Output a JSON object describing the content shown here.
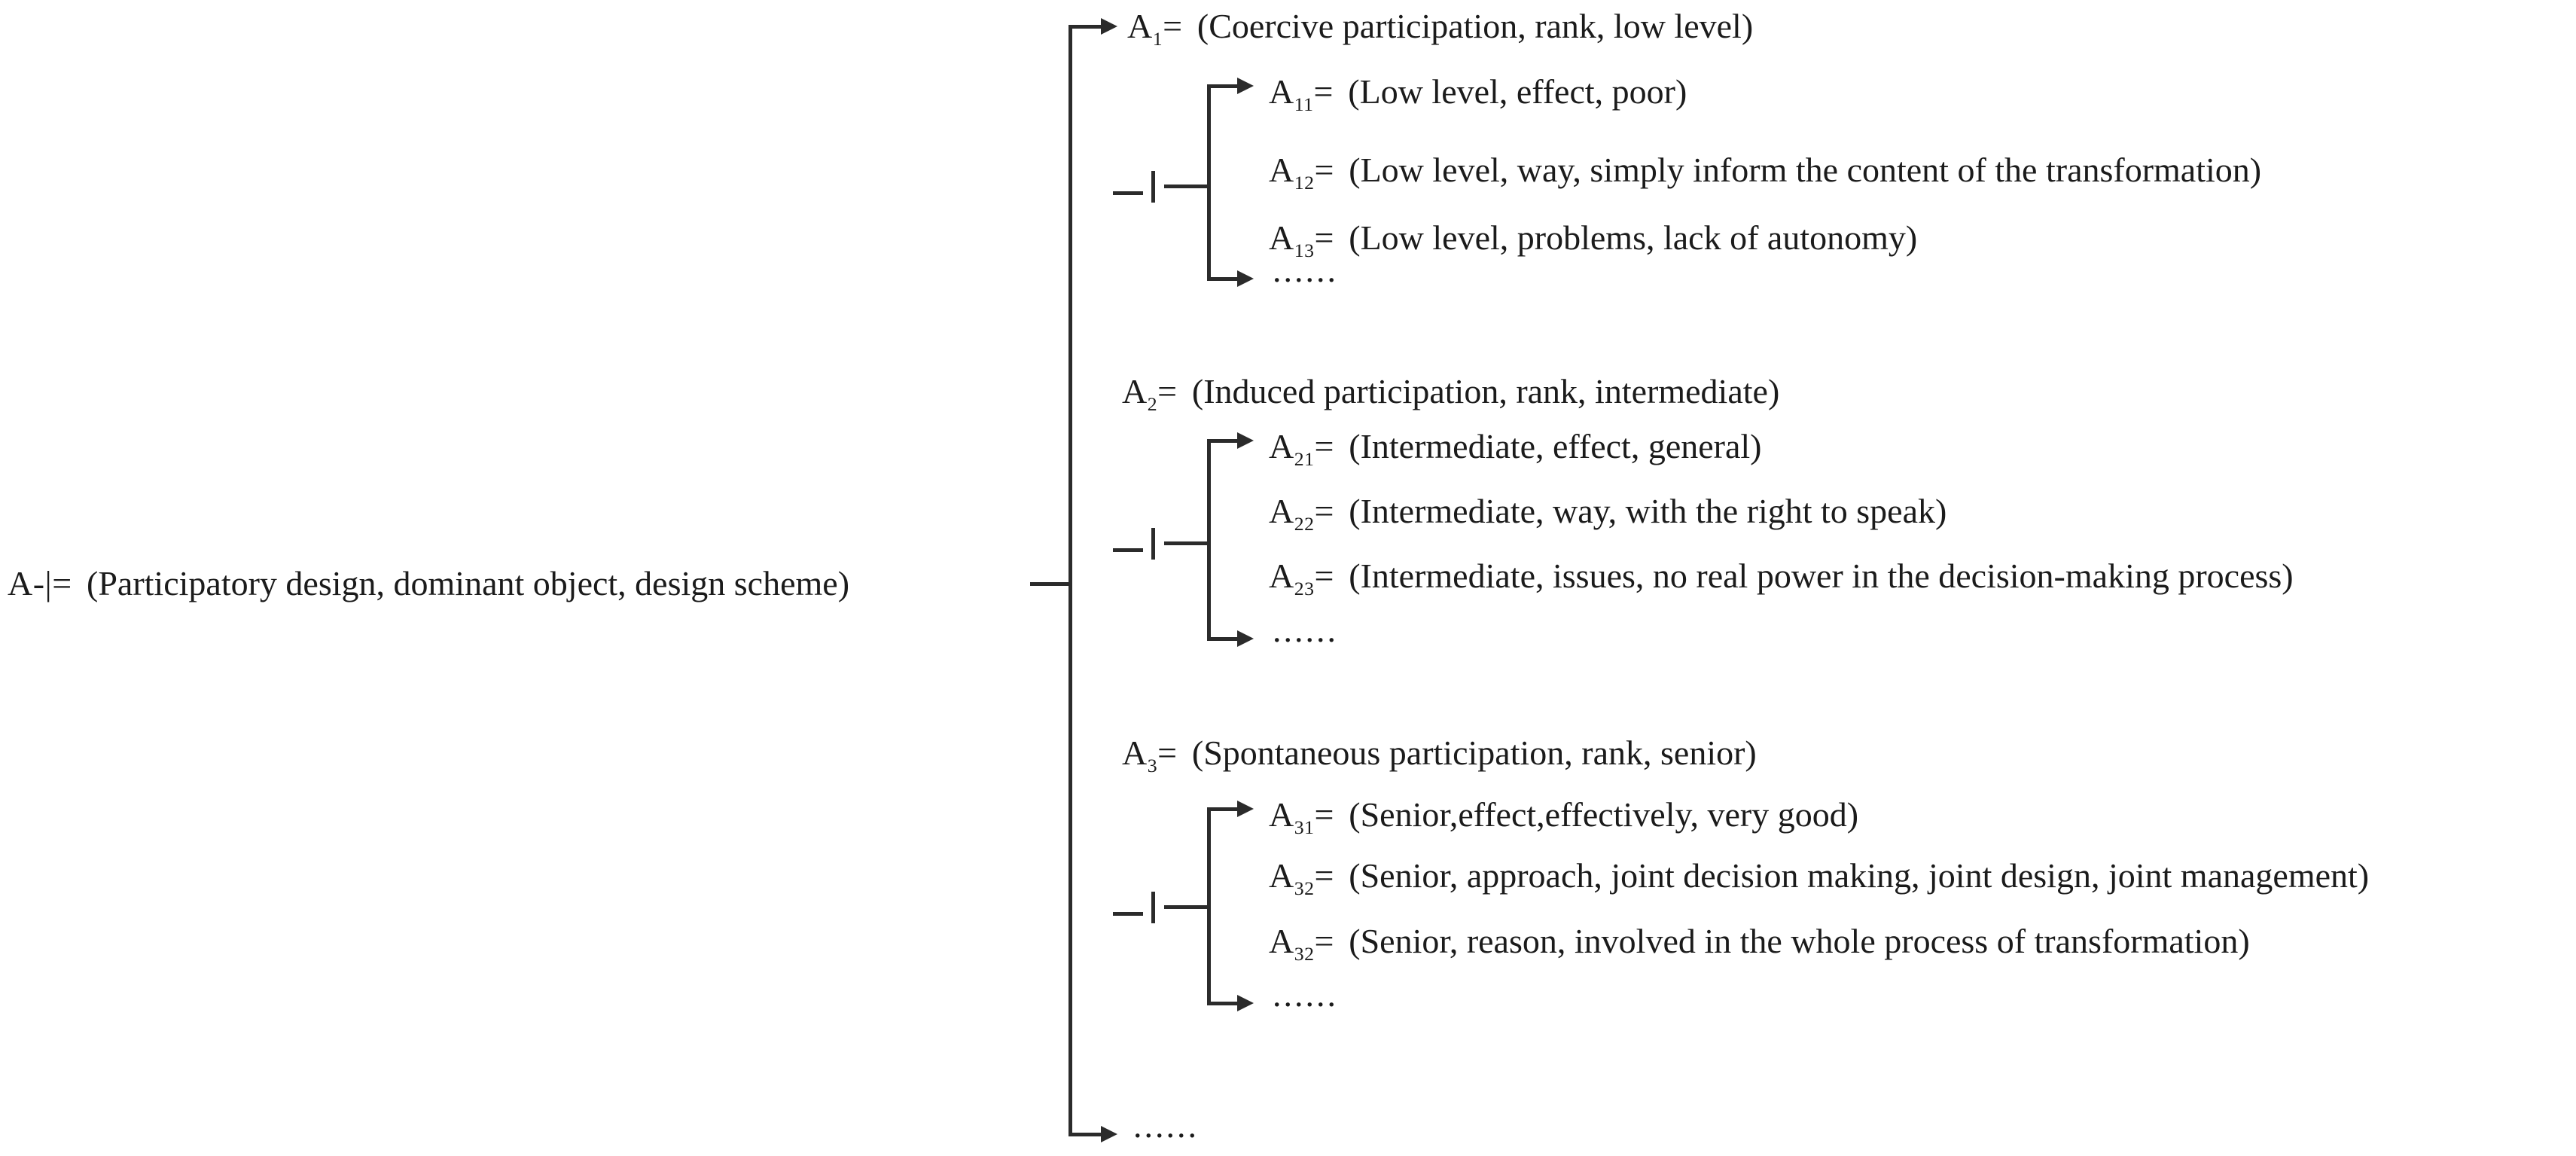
{
  "figure": {
    "colors": {
      "background": "#ffffff",
      "text": "#1b1b1b",
      "lines": "#2b2b2b"
    },
    "root": {
      "id": "A-|",
      "eq": "=",
      "value": "(Participatory design, dominant object, design scheme)"
    },
    "groups": [
      {
        "parent": {
          "base": "A",
          "sub": "1",
          "eq": "=",
          "value": "(Coercive participation, rank, low level)"
        },
        "children": [
          {
            "base": "A",
            "sub": "11",
            "eq": "=",
            "value": "(Low level, effect, poor)"
          },
          {
            "base": "A",
            "sub": "12",
            "eq": "=",
            "value": "(Low level, way, simply inform the content of the transformation)"
          },
          {
            "base": "A",
            "sub": "13",
            "eq": "=",
            "value": "(Low level, problems, lack of autonomy)"
          }
        ],
        "ellipsis": "......"
      },
      {
        "parent": {
          "base": "A",
          "sub": "2",
          "eq": "=",
          "value": "(Induced participation, rank, intermediate)"
        },
        "children": [
          {
            "base": "A",
            "sub": "21",
            "eq": "=",
            "value": "(Intermediate, effect, general)"
          },
          {
            "base": "A",
            "sub": "22",
            "eq": "=",
            "value": "(Intermediate, way, with the right to speak)"
          },
          {
            "base": "A",
            "sub": "23",
            "eq": "=",
            "value": "(Intermediate, issues, no real power in the decision-making process)"
          }
        ],
        "ellipsis": "......"
      },
      {
        "parent": {
          "base": "A",
          "sub": "3",
          "eq": "=",
          "value": "(Spontaneous participation, rank, senior)"
        },
        "children": [
          {
            "base": "A",
            "sub": "31",
            "eq": "=",
            "value": "(Senior,effect,effectively, very good)"
          },
          {
            "base": "A",
            "sub": "32",
            "eq": "=",
            "value": "(Senior, approach, joint decision making, joint design, joint management)"
          },
          {
            "base": "A",
            "sub": "32",
            "eq": "=",
            "value": "(Senior, reason, involved in the whole process of transformation)"
          }
        ],
        "ellipsis": "......"
      }
    ],
    "root_ellipsis": "......"
  }
}
